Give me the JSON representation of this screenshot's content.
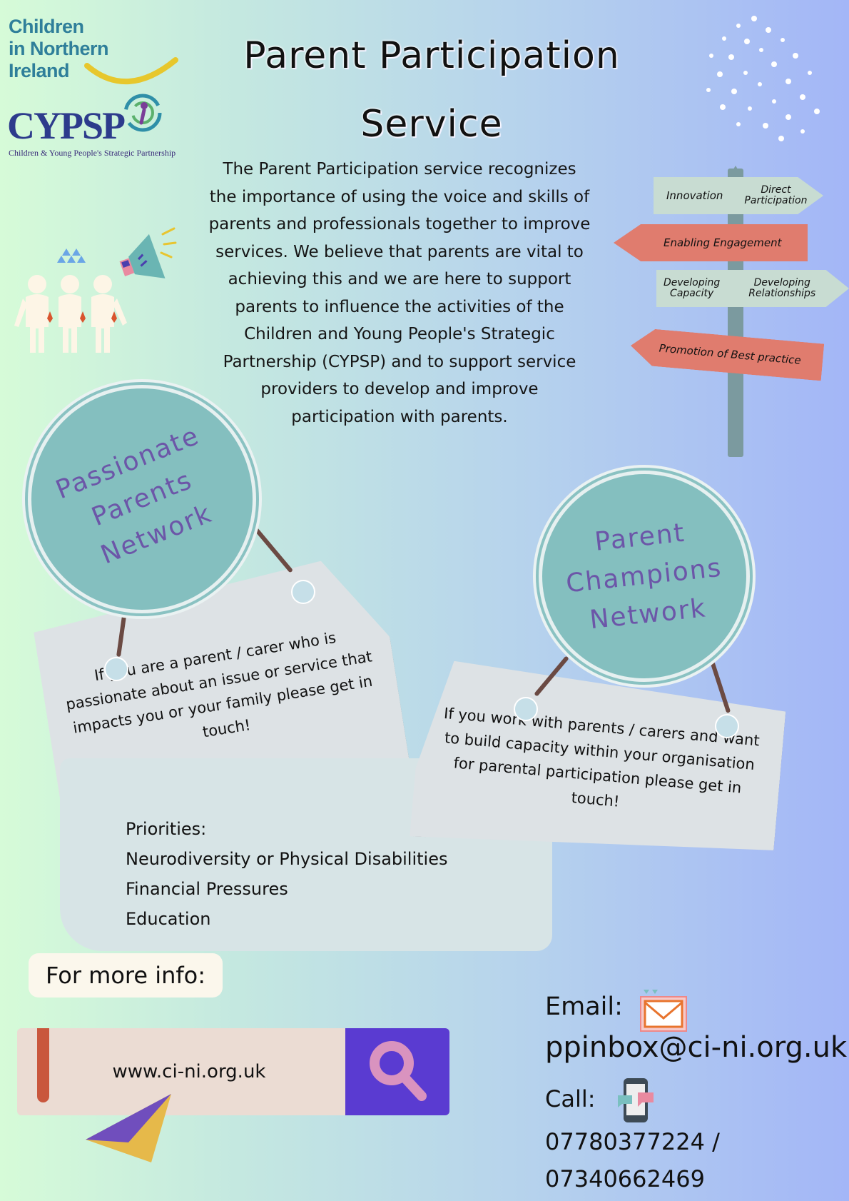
{
  "logos": {
    "cini_lines": [
      "Children",
      "in Northern",
      "Ireland"
    ],
    "cypsp_name": "CYPSP",
    "cypsp_full": "Children & Young People's Strategic Partnership"
  },
  "title_lines": [
    "Parent Participation",
    "Service"
  ],
  "intro_lines": [
    "The Parent Participation service recognizes",
    "the importance of using the voice and skills of",
    "parents and professionals together to improve",
    "services. We believe that parents are vital to",
    "achieving this and we are here to support",
    "parents to influence the activities of the",
    "Children and Young People's Strategic",
    "Partnership (CYPSP) and to support service",
    "providers to develop and improve",
    "participation with parents."
  ],
  "signpost": {
    "sign1_left": "Innovation",
    "sign1_right": [
      "Direct",
      "Participation"
    ],
    "sign2": "Enabling Engagement",
    "sign3_left": [
      "Developing",
      "Capacity"
    ],
    "sign3_right": [
      "Developing",
      "Relationships"
    ],
    "sign4": "Promotion of Best practice"
  },
  "network1": {
    "name_lines": [
      "Passionate",
      "Parents",
      "Network"
    ],
    "card_lines": [
      "If you are a parent / carer who is",
      "passionate about an issue or service that",
      "impacts you or your family please get in",
      "touch!"
    ]
  },
  "network2": {
    "name_lines": [
      "Parent",
      "Champions",
      "Network"
    ],
    "card_lines": [
      "If you work with parents / carers and want",
      "to build capacity within your organisation",
      "for parental participation please get in",
      "touch!"
    ]
  },
  "priorities": {
    "heading": "Priorities:",
    "items": [
      "Neurodiversity or Physical Disabilities",
      "Financial Pressures",
      "Education"
    ]
  },
  "more_info": "For more info:",
  "website": "www.ci-ni.org.uk",
  "contact": {
    "email_label": "Email:",
    "email": "ppinbox@ci-ni.org.uk",
    "call_label": "Call:",
    "phone1": "07780377224 /",
    "phone2": "07340662469"
  },
  "colors": {
    "circle_teal": "#84bfbf",
    "network_text": "#6c56a8",
    "sign_green": "#c8dcd2",
    "sign_red": "#e07c6e",
    "search_button": "#5a3bd1"
  }
}
